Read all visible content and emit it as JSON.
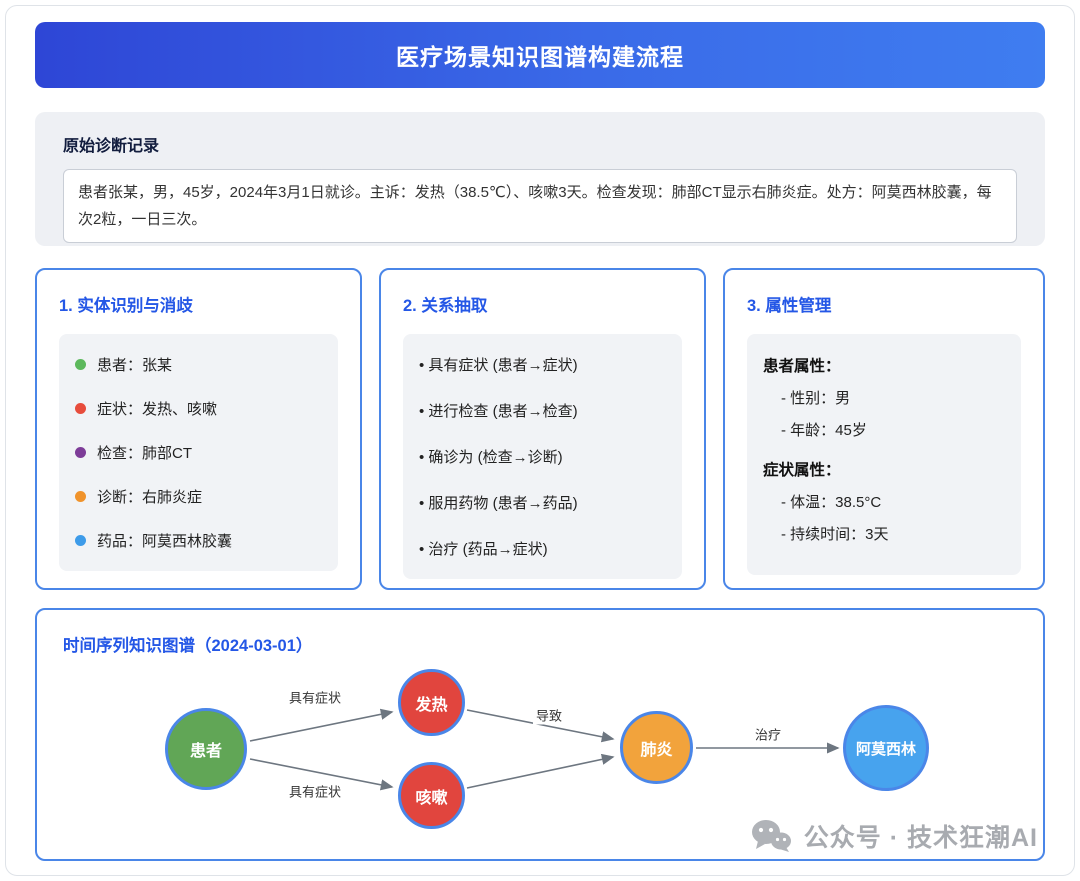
{
  "page": {
    "title": "医疗场景知识图谱构建流程"
  },
  "record": {
    "title": "原始诊断记录",
    "content": "患者张某，男，45岁，2024年3月1日就诊。主诉：发热（38.5℃）、咳嗽3天。检查发现：肺部CT显示右肺炎症。处方：阿莫西林胶囊，每次2粒，一日三次。"
  },
  "cards": {
    "entity": {
      "title": "1. 实体识别与消歧",
      "items": [
        {
          "dot_color": "#5cb85c",
          "label": "患者：张某"
        },
        {
          "dot_color": "#e74c3c",
          "label": "症状：发热、咳嗽"
        },
        {
          "dot_color": "#7d3c98",
          "label": "检查：肺部CT"
        },
        {
          "dot_color": "#f0932b",
          "label": "诊断：右肺炎症"
        },
        {
          "dot_color": "#3d9be9",
          "label": "药品：阿莫西林胶囊"
        }
      ]
    },
    "relation": {
      "title": "2. 关系抽取",
      "items": [
        "具有症状 (患者→症状)",
        "进行检查 (患者→检查)",
        "确诊为 (检查→诊断)",
        "服用药物 (患者→药品)",
        "治疗 (药品→症状)"
      ]
    },
    "attribute": {
      "title": "3. 属性管理",
      "groups": [
        {
          "title": "患者属性：",
          "items": [
            "- 性别：男",
            "- 年龄：45岁"
          ]
        },
        {
          "title": "症状属性：",
          "items": [
            "- 体温：38.5°C",
            "- 持续时间：3天"
          ]
        }
      ]
    }
  },
  "graph": {
    "title": "时间序列知识图谱（2024-03-01）",
    "nodes": [
      {
        "id": "patient",
        "label": "患者",
        "color": "#61a656"
      },
      {
        "id": "fever",
        "label": "发热",
        "color": "#e1453e"
      },
      {
        "id": "cough",
        "label": "咳嗽",
        "color": "#e1453e"
      },
      {
        "id": "pneumonia",
        "label": "肺炎",
        "color": "#f2a33c"
      },
      {
        "id": "amoxicillin",
        "label": "阿莫西林",
        "color": "#47a3ee"
      }
    ],
    "edges": [
      {
        "from": "patient",
        "to": "fever",
        "label": "具有症状"
      },
      {
        "from": "patient",
        "to": "cough",
        "label": "具有症状"
      },
      {
        "from": "fever",
        "to": "pneumonia",
        "label": "导致"
      },
      {
        "from": "cough",
        "to": "pneumonia",
        "label": ""
      },
      {
        "from": "pneumonia",
        "to": "amoxicillin",
        "label": "治疗"
      }
    ]
  },
  "watermark": {
    "icon": "wechat-icon",
    "text": "公众号 · 技术狂潮AI"
  },
  "colors": {
    "header_gradient_start": "#2e46d6",
    "header_gradient_end": "#3f7df0",
    "card_border": "#4a86e8",
    "card_title": "#2457e6",
    "panel_bg": "#f1f3f6",
    "node_border": "#4a86e8",
    "edge_stroke": "#6d7680"
  }
}
